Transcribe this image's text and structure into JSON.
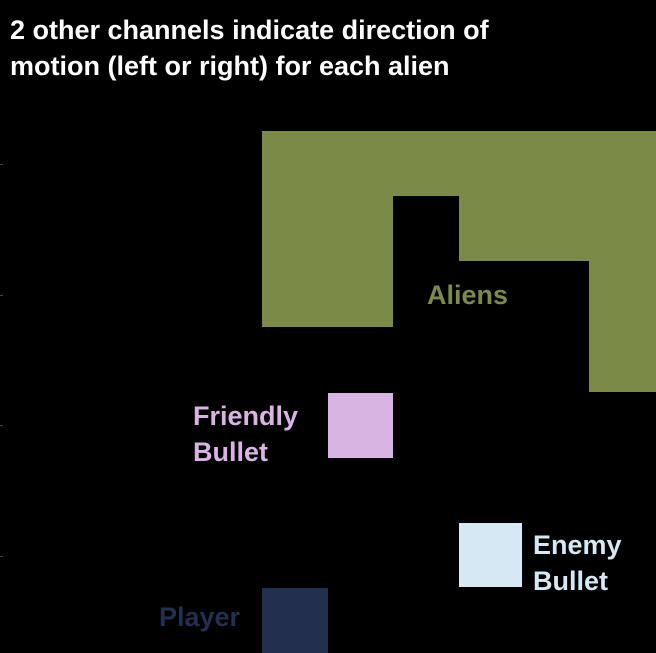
{
  "caption": {
    "line1": "2 other channels indicate direction of",
    "line2": "motion (left or right) for each alien"
  },
  "labels": {
    "aliens": "Aliens",
    "friendly_line1": "Friendly",
    "friendly_line2": "Bullet",
    "enemy_line1": "Enemy",
    "enemy_line2": "Bullet",
    "player": "Player"
  },
  "colors": {
    "background": "#000000",
    "aliens": "#7b8a46",
    "friendly_bullet": "#d8b4e2",
    "enemy_bullet": "#d5e8f4",
    "player": "#232f4f",
    "caption_text": "#ffffff"
  }
}
